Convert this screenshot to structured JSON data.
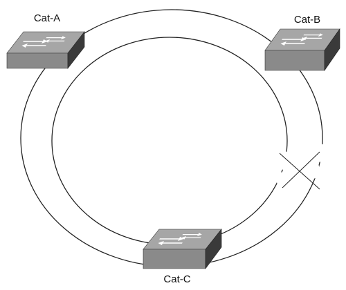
{
  "diagram": {
    "nodes": [
      {
        "id": "cat-a",
        "label": "Cat-A",
        "kind": "switch-icon"
      },
      {
        "id": "cat-b",
        "label": "Cat-B",
        "kind": "switch-icon"
      },
      {
        "id": "cat-c",
        "label": "Cat-C",
        "kind": "switch-icon"
      }
    ],
    "links": [
      {
        "from": "cat-a",
        "to": "cat-b",
        "status": "up"
      },
      {
        "from": "cat-b",
        "to": "cat-c",
        "status": "broken"
      },
      {
        "from": "cat-c",
        "to": "cat-a",
        "status": "up"
      }
    ],
    "colors": {
      "switch_top": "#a6a6a6",
      "switch_front": "#8a8a8a",
      "switch_side": "#3a3a3a",
      "line": "#222222"
    }
  }
}
